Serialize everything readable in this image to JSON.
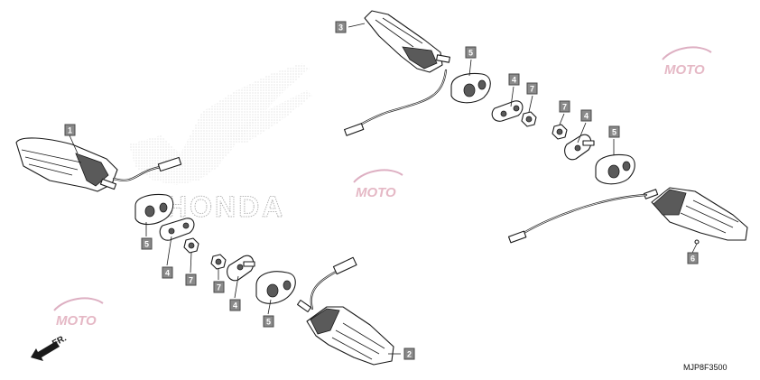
{
  "diagram": {
    "diagram_code": "MJP8F3500",
    "direction_label": "FR.",
    "watermark_brand": "HONDA",
    "watermark_logo_text": "MOTO",
    "callouts": [
      {
        "id": "c1",
        "label": "1"
      },
      {
        "id": "c2",
        "label": "2"
      },
      {
        "id": "c3",
        "label": "3"
      },
      {
        "id": "c4a",
        "label": "4"
      },
      {
        "id": "c4b",
        "label": "4"
      },
      {
        "id": "c4c",
        "label": "4"
      },
      {
        "id": "c4d",
        "label": "4"
      },
      {
        "id": "c5a",
        "label": "5"
      },
      {
        "id": "c5b",
        "label": "5"
      },
      {
        "id": "c5c",
        "label": "5"
      },
      {
        "id": "c5d",
        "label": "5"
      },
      {
        "id": "c6",
        "label": "6"
      },
      {
        "id": "c7a",
        "label": "7"
      },
      {
        "id": "c7b",
        "label": "7"
      },
      {
        "id": "c7c",
        "label": "7"
      },
      {
        "id": "c7d",
        "label": "7"
      }
    ]
  }
}
